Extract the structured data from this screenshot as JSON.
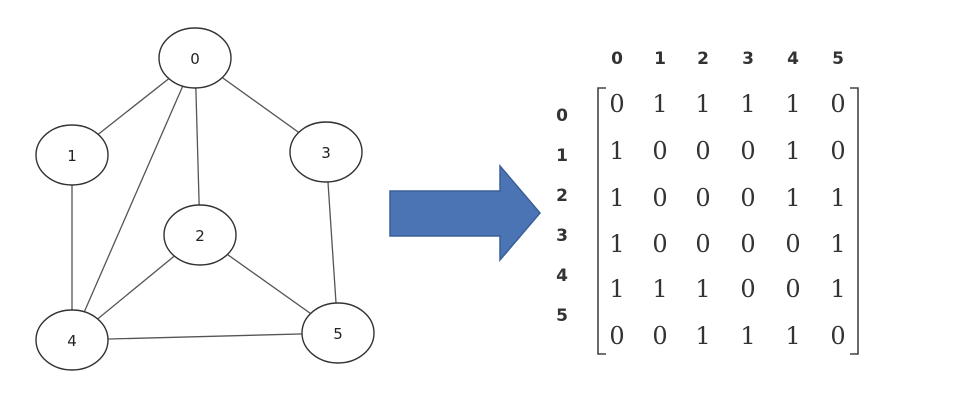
{
  "graph": {
    "nodes": [
      "0",
      "1",
      "2",
      "3",
      "4",
      "5"
    ],
    "edges": [
      [
        "0",
        "1"
      ],
      [
        "0",
        "3"
      ],
      [
        "0",
        "2"
      ],
      [
        "0",
        "4"
      ],
      [
        "1",
        "4"
      ],
      [
        "3",
        "5"
      ],
      [
        "2",
        "4"
      ],
      [
        "2",
        "5"
      ],
      [
        "4",
        "5"
      ]
    ]
  },
  "arrow": {
    "color": "#4a74b4",
    "border": "#3a5f96"
  },
  "matrix": {
    "col_labels": [
      "0",
      "1",
      "2",
      "3",
      "4",
      "5"
    ],
    "row_labels": [
      "0",
      "1",
      "2",
      "3",
      "4",
      "5"
    ],
    "rows": [
      [
        "0",
        "1",
        "1",
        "1",
        "1",
        "0"
      ],
      [
        "1",
        "0",
        "0",
        "0",
        "1",
        "0"
      ],
      [
        "1",
        "0",
        "0",
        "0",
        "1",
        "1"
      ],
      [
        "1",
        "0",
        "0",
        "0",
        "0",
        "1"
      ],
      [
        "1",
        "1",
        "1",
        "0",
        "0",
        "1"
      ],
      [
        "0",
        "0",
        "1",
        "1",
        "1",
        "0"
      ]
    ]
  }
}
